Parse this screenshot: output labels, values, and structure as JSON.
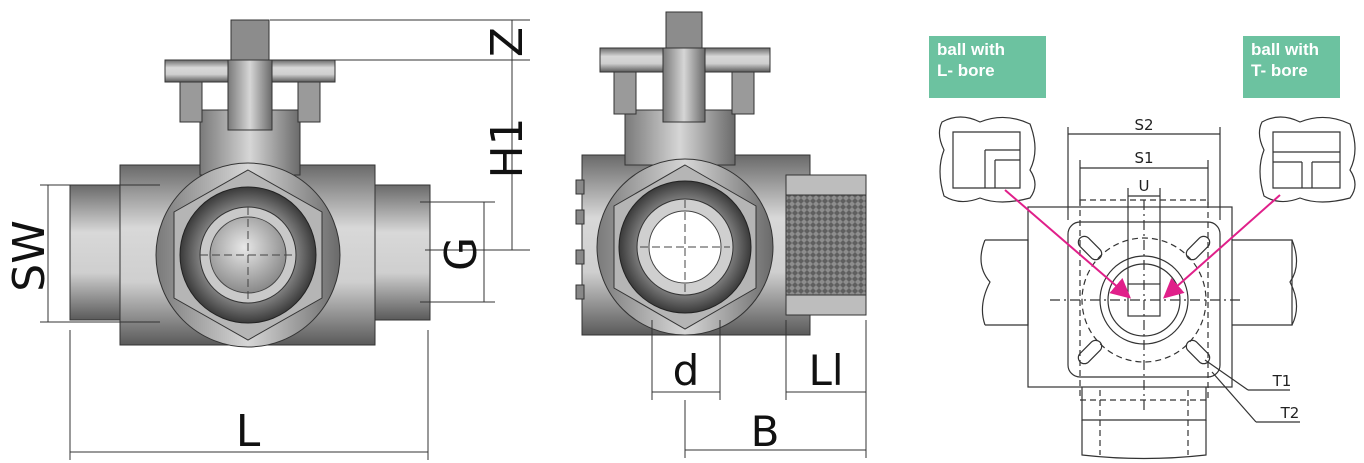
{
  "figure1": {
    "dims": {
      "Z": "Z",
      "H1": "H1",
      "SW": "SW",
      "G": "G",
      "L": "L"
    }
  },
  "figure2": {
    "dims": {
      "d": "d",
      "Ll": "Ll",
      "B": "B"
    }
  },
  "figure3": {
    "callout_left": {
      "line1": "ball with",
      "line2": "L- bore"
    },
    "callout_right": {
      "line1": "ball with",
      "line2": "T- bore"
    },
    "dims": {
      "S2": "S2",
      "S1": "S1",
      "U": "U",
      "T1": "T1",
      "T2": "T2"
    },
    "colors": {
      "callout_bg": "#6cc2a0",
      "arrow": "#e0208a"
    }
  }
}
